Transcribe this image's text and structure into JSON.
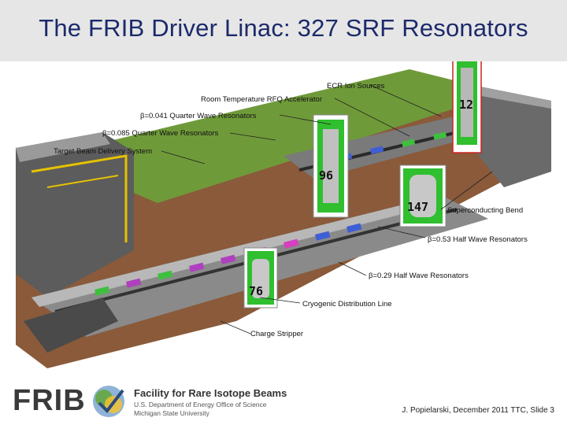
{
  "slide": {
    "title": "The FRIB Driver Linac: 327 SRF Resonators"
  },
  "labels": {
    "ecr": "ECR Ion Sources",
    "rfq": "Room Temperature RFQ Accelerator",
    "qwr041": "β=0.041 Quarter Wave Resonators",
    "qwr085": "β=0.085 Quarter Wave Resonators",
    "target": "Target Beam Delivery System",
    "bend": "Superconducting Bend",
    "hwr053": "β=0.53 Half Wave Resonators",
    "hwr029": "β=0.29 Half Wave Resonators",
    "cryo": "Cryogenic Distribution Line",
    "stripper": "Charge Stripper"
  },
  "counts": {
    "qwr041": "12",
    "qwr085": "96",
    "hwr029": "147",
    "hwr053": "76"
  },
  "footer": {
    "logo_text": "FRIB",
    "org_title": "Facility for Rare Isotope Beams",
    "org_line1": "U.S. Department of Energy Office of Science",
    "org_line2": "Michigan State University",
    "credit": "J. Popielarski, December 2011 TTC, Slide 3"
  },
  "colors": {
    "title": "#1c2a6b",
    "cavity_green": "#2fbf2f",
    "grass": "#6f9a3a",
    "tunnel_gray": "#7a7a7a"
  }
}
